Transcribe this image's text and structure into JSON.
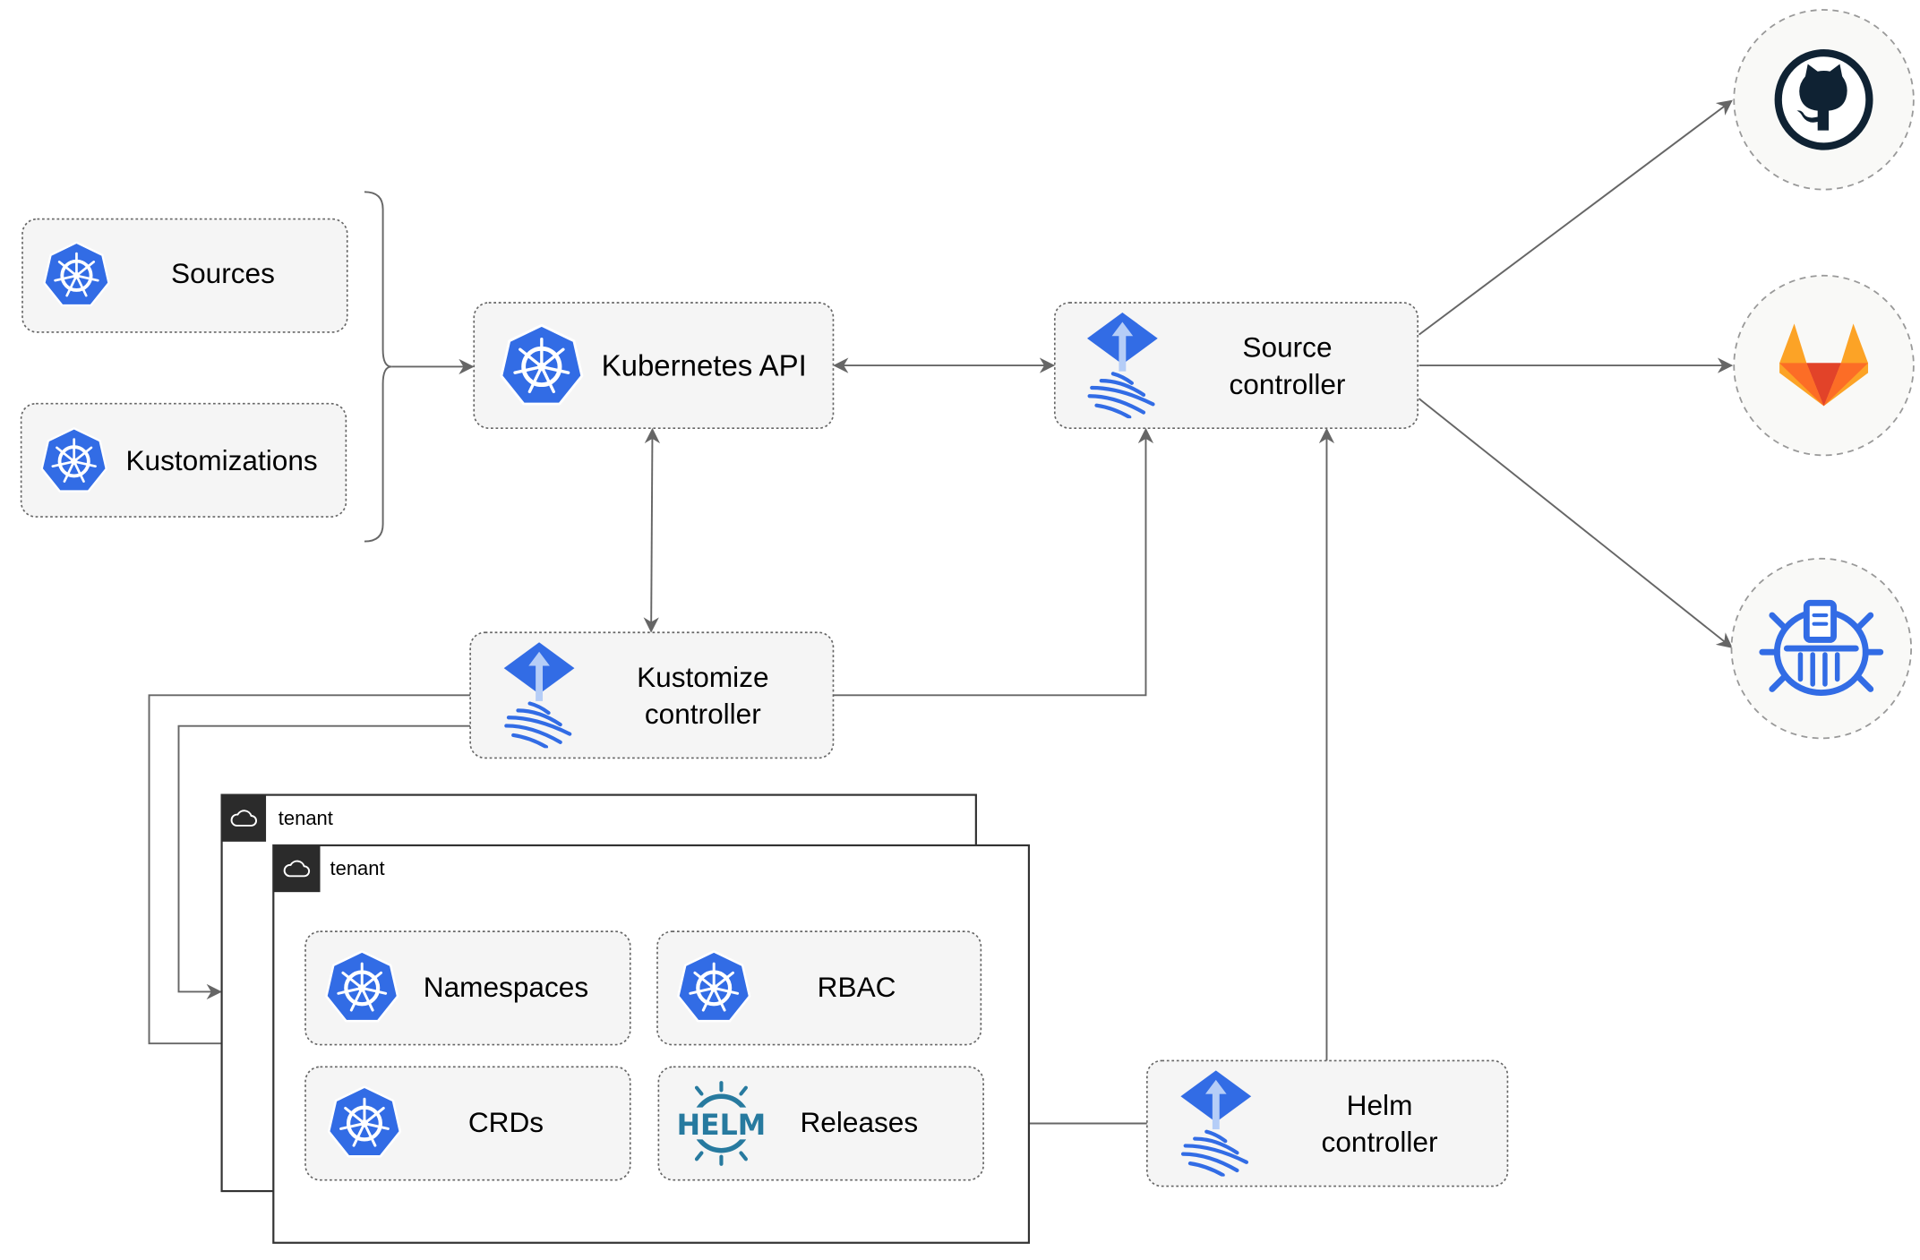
{
  "nodes": {
    "sources": {
      "label": "Sources",
      "icon": "kubernetes-icon"
    },
    "kustomizations": {
      "label": "Kustomizations",
      "icon": "kubernetes-icon"
    },
    "kubernetes_api": {
      "label": "Kubernetes API",
      "icon": "kubernetes-icon"
    },
    "source_controller": {
      "label_lines": [
        "Source",
        "controller"
      ],
      "icon": "flux-icon"
    },
    "kustomize_controller": {
      "label_lines": [
        "Kustomize",
        "controller"
      ],
      "icon": "flux-icon"
    },
    "helm_controller": {
      "label_lines": [
        "Helm",
        "controller"
      ],
      "icon": "flux-icon"
    },
    "namespaces": {
      "label": "Namespaces",
      "icon": "kubernetes-icon"
    },
    "rbac": {
      "label": "RBAC",
      "icon": "kubernetes-icon"
    },
    "crds": {
      "label": "CRDs",
      "icon": "kubernetes-icon"
    },
    "releases": {
      "label": "Releases",
      "icon": "helm-icon",
      "icon_text": "HELM"
    }
  },
  "tenants": [
    {
      "label": "tenant",
      "icon": "cloud-icon"
    },
    {
      "label": "tenant",
      "icon": "cloud-icon"
    }
  ],
  "external": [
    {
      "icon": "github-icon"
    },
    {
      "icon": "gitlab-icon"
    },
    {
      "icon": "bucket-icon"
    }
  ],
  "colors": {
    "kubernetes_blue": "#326ce5",
    "helm_blue": "#277a9f",
    "gitlab_orange": "#e24329",
    "github_dark": "#0f2233",
    "edge": "#666666"
  }
}
